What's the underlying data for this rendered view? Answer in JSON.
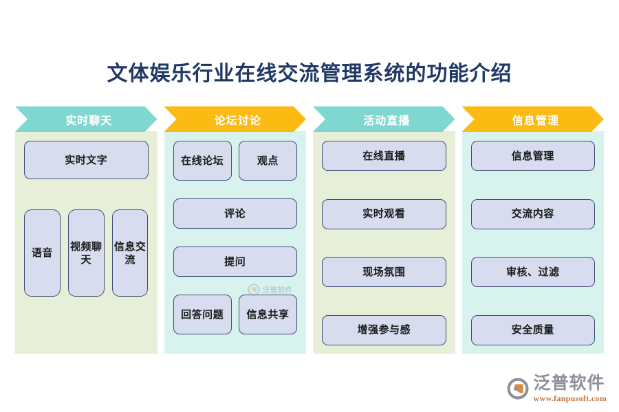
{
  "page": {
    "title": "文体娱乐行业在线交流管理系统的功能介绍",
    "title_color": "#1f3864",
    "background": "#ffffff"
  },
  "colors": {
    "banner_teal": "#7fd7d0",
    "banner_amber": "#fbbb12",
    "panel_green": "#e7efd9",
    "panel_mint": "#d8f2ee",
    "box_fill": "#d7dcee",
    "box_border": "#3d4d75"
  },
  "columns": [
    {
      "banner_label": "实时聊天",
      "banner_style": "teal",
      "panel_style": "green",
      "top_box": "实时文字",
      "bottom_boxes": [
        "语音",
        "视频聊天",
        "信息交流"
      ]
    },
    {
      "banner_label": "论坛讨论",
      "banner_style": "amber",
      "panel_style": "mint",
      "row1": [
        "在线论坛",
        "观点"
      ],
      "full1": "评论",
      "full2": "提问",
      "row2": [
        "回答问题",
        "信息共享"
      ]
    },
    {
      "banner_label": "活动直播",
      "banner_style": "teal",
      "panel_style": "green",
      "boxes": [
        "在线直播",
        "实时观看",
        "现场氛围",
        "增强参与感"
      ]
    },
    {
      "banner_label": "信息管理",
      "banner_style": "amber",
      "panel_style": "mint",
      "boxes": [
        "信息管理",
        "交流内容",
        "审核、过滤",
        "安全质量"
      ]
    }
  ],
  "watermark": {
    "text": "泛普软件"
  },
  "footer_logo": {
    "brand": "泛普软件",
    "url": "www.fanpusoft.com",
    "icon": "fanpu-logo-icon"
  }
}
